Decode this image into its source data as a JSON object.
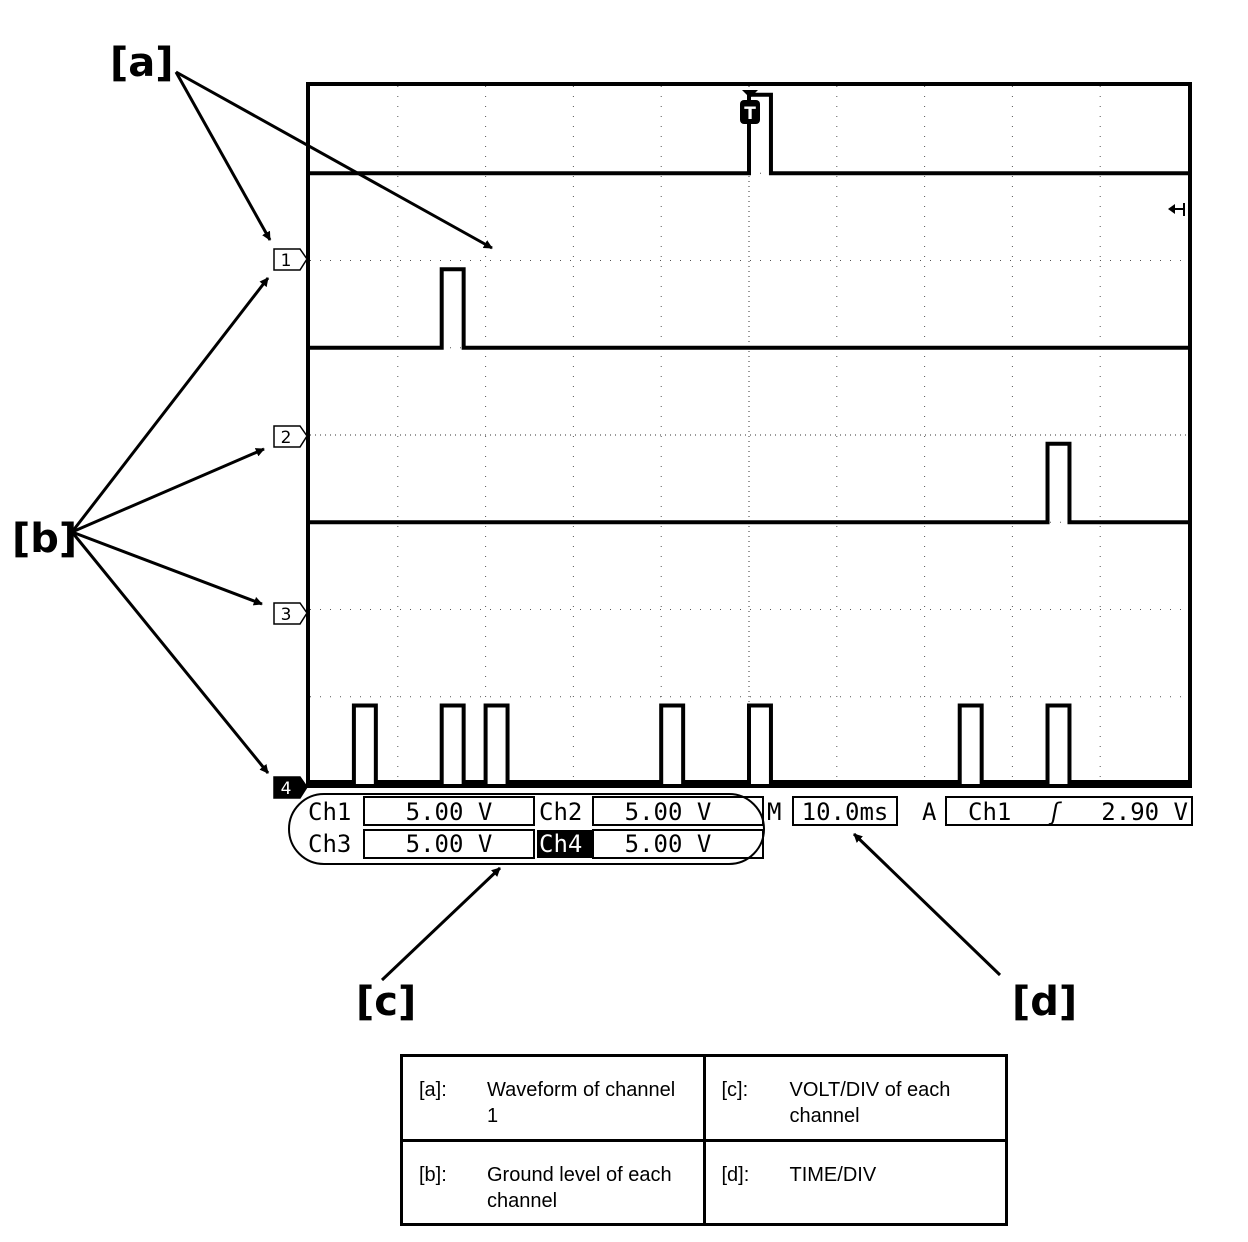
{
  "callouts": {
    "a": "[a]",
    "b": "[b]",
    "c": "[c]",
    "d": "[d]"
  },
  "trigger_marker": "T",
  "channel_markers": [
    "1",
    "2",
    "3",
    "4"
  ],
  "channels": [
    {
      "label": "Ch1",
      "volt_div": "5.00 V"
    },
    {
      "label": "Ch2",
      "volt_div": "5.00 V"
    },
    {
      "label": "Ch3",
      "volt_div": "5.00 V"
    },
    {
      "label": "Ch4",
      "volt_div": "5.00 V"
    }
  ],
  "timebase": {
    "label": "M",
    "value": "10.0ms"
  },
  "trigger": {
    "label": "A",
    "source": "Ch1",
    "slope_glyph": "ʃ",
    "level": "2.90 V"
  },
  "legend": [
    {
      "key": "[a]:",
      "text": "Waveform of channel 1"
    },
    {
      "key": "[c]:",
      "text": "VOLT/DIV of each channel"
    },
    {
      "key": "[b]:",
      "text": "Ground level of each channel"
    },
    {
      "key": "[d]:",
      "text": "TIME/DIV"
    }
  ],
  "waveforms": {
    "divisions": {
      "x": 10,
      "y": 8
    },
    "ground_level_div": [
      7.0,
      5.0,
      3.0,
      0.0
    ],
    "pulse_height_div": 0.9,
    "pulses_div": [
      [
        [
          5.0,
          5.25
        ]
      ],
      [
        [
          1.5,
          1.75
        ]
      ],
      [
        [
          8.4,
          8.65
        ]
      ],
      [
        [
          0.5,
          0.75
        ],
        [
          1.5,
          1.75
        ],
        [
          2.0,
          2.25
        ],
        [
          4.0,
          4.25
        ],
        [
          5.0,
          5.25
        ],
        [
          7.4,
          7.65
        ],
        [
          8.4,
          8.65
        ]
      ]
    ]
  }
}
